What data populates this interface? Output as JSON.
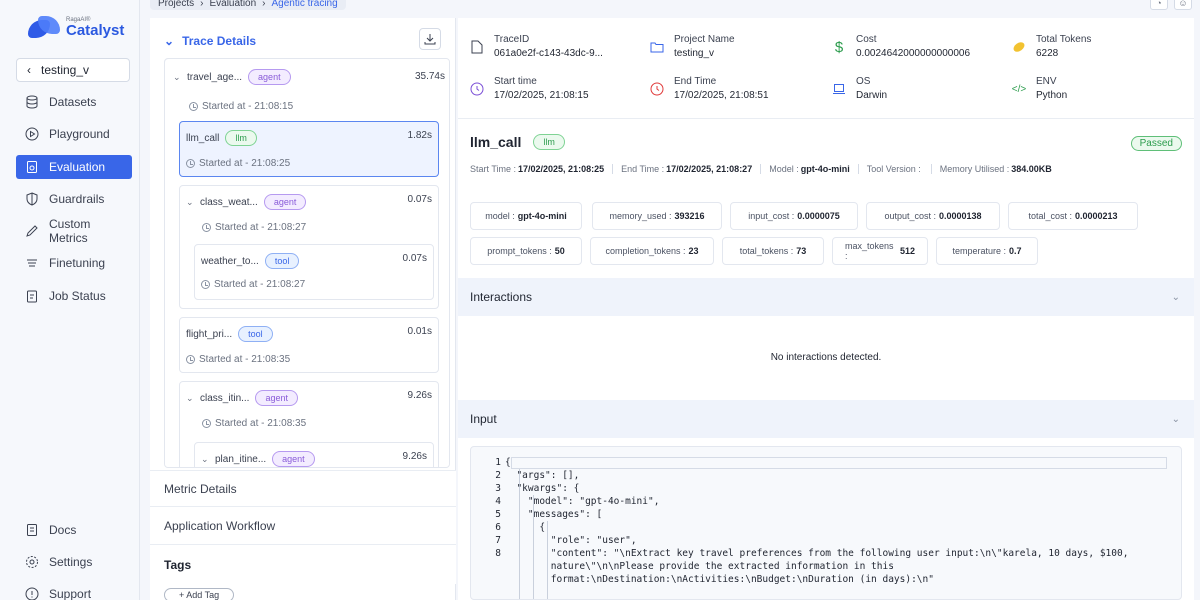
{
  "brand": {
    "small": "RagaAI®",
    "name": "Catalyst"
  },
  "project_select": {
    "value": "testing_v"
  },
  "nav": [
    {
      "label": "Datasets",
      "icon": "database-icon"
    },
    {
      "label": "Playground",
      "icon": "play-icon"
    },
    {
      "label": "Evaluation",
      "icon": "evaluation-icon",
      "active": true
    },
    {
      "label": "Guardrails",
      "icon": "shield-icon"
    },
    {
      "label": "Custom Metrics",
      "icon": "pen-icon"
    },
    {
      "label": "Finetuning",
      "icon": "sliders-icon"
    },
    {
      "label": "Job Status",
      "icon": "clipboard-icon"
    }
  ],
  "nav_bottom": [
    {
      "label": "Docs",
      "icon": "document-icon"
    },
    {
      "label": "Settings",
      "icon": "gear-icon"
    },
    {
      "label": "Support",
      "icon": "support-icon"
    }
  ],
  "breadcrumb": [
    "Projects",
    "Evaluation",
    "Agentic tracing"
  ],
  "trace": {
    "header": "Trace Details",
    "nodes": [
      {
        "name": "travel_age...",
        "badge": "agent",
        "duration": "35.74s",
        "started": "Started at - 21:08:15"
      },
      {
        "name": "llm_call",
        "badge": "llm",
        "duration": "1.82s",
        "started": "Started at - 21:08:25"
      },
      {
        "name": "class_weat...",
        "badge": "agent",
        "duration": "0.07s",
        "started": "Started at - 21:08:27"
      },
      {
        "name": "weather_to...",
        "badge": "tool",
        "duration": "0.07s",
        "started": "Started at - 21:08:27"
      },
      {
        "name": "flight_pri...",
        "badge": "tool",
        "duration": "0.01s",
        "started": "Started at - 21:08:35"
      },
      {
        "name": "class_itin...",
        "badge": "agent",
        "duration": "9.26s",
        "started": "Started at - 21:08:35"
      },
      {
        "name": "plan_itine...",
        "badge": "agent",
        "duration": "9.26s",
        "started": ""
      }
    ],
    "metric_details": "Metric Details",
    "app_workflow": "Application Workflow",
    "tags": "Tags",
    "add_tag": "+ Add Tag"
  },
  "meta": {
    "trace_id_label": "TraceID",
    "trace_id": "061a0e2f-c143-43dc-9...",
    "project_label": "Project Name",
    "project": "testing_v",
    "cost_label": "Cost",
    "cost": "0.0024642000000000006",
    "tokens_label": "Total Tokens",
    "tokens": "6228",
    "start_label": "Start time",
    "start": "17/02/2025, 21:08:15",
    "end_label": "End Time",
    "end": "17/02/2025, 21:08:51",
    "os_label": "OS",
    "os": "Darwin",
    "env_label": "ENV",
    "env": "Python"
  },
  "span": {
    "title": "llm_call",
    "badge": "llm",
    "status": "Passed",
    "start_label": "Start Time :",
    "start": "17/02/2025, 21:08:25",
    "end_label": "End Time :",
    "end": "17/02/2025, 21:08:27",
    "model_label": "Model :",
    "model": "gpt-4o-mini",
    "tool_label": "Tool Version :",
    "tool": "",
    "memory_label": "Memory Utilised :",
    "memory": "384.00KB"
  },
  "chips": [
    {
      "key": "model :",
      "val": "gpt-4o-mini"
    },
    {
      "key": "memory_used :",
      "val": "393216"
    },
    {
      "key": "input_cost :",
      "val": "0.0000075"
    },
    {
      "key": "output_cost :",
      "val": "0.0000138"
    },
    {
      "key": "total_cost :",
      "val": "0.0000213"
    },
    {
      "key": "prompt_tokens :",
      "val": "50"
    },
    {
      "key": "completion_tokens :",
      "val": "23"
    },
    {
      "key": "total_tokens :",
      "val": "73"
    },
    {
      "key": "max_tokens :",
      "val": "512"
    },
    {
      "key": "temperature :",
      "val": "0.7"
    }
  ],
  "interactions": {
    "title": "Interactions",
    "empty": "No interactions detected."
  },
  "input": {
    "title": "Input",
    "lines": [
      {
        "n": "1",
        "text": "{"
      },
      {
        "n": "2",
        "text": "  \"args\": [],"
      },
      {
        "n": "3",
        "text": "  \"kwargs\": {"
      },
      {
        "n": "4",
        "text": "    \"model\": \"gpt-4o-mini\","
      },
      {
        "n": "5",
        "text": "    \"messages\": ["
      },
      {
        "n": "6",
        "text": "      {"
      },
      {
        "n": "7",
        "text": "        \"role\": \"user\","
      },
      {
        "n": "8",
        "text": "        \"content\": \"\\nExtract key travel preferences from the following user input:\\n\\\"karela, 10 days, $100,"
      },
      {
        "n": "",
        "text": "        nature\\\"\\n\\nPlease provide the extracted information in this"
      },
      {
        "n": "",
        "text": "        format:\\nDestination:\\nActivities:\\nBudget:\\nDuration (in days):\\n\""
      }
    ]
  },
  "colors": {
    "accent": "#3966e8",
    "agent": "#8a5cd9",
    "llm": "#2c9c4d",
    "tool": "#3966e8"
  }
}
